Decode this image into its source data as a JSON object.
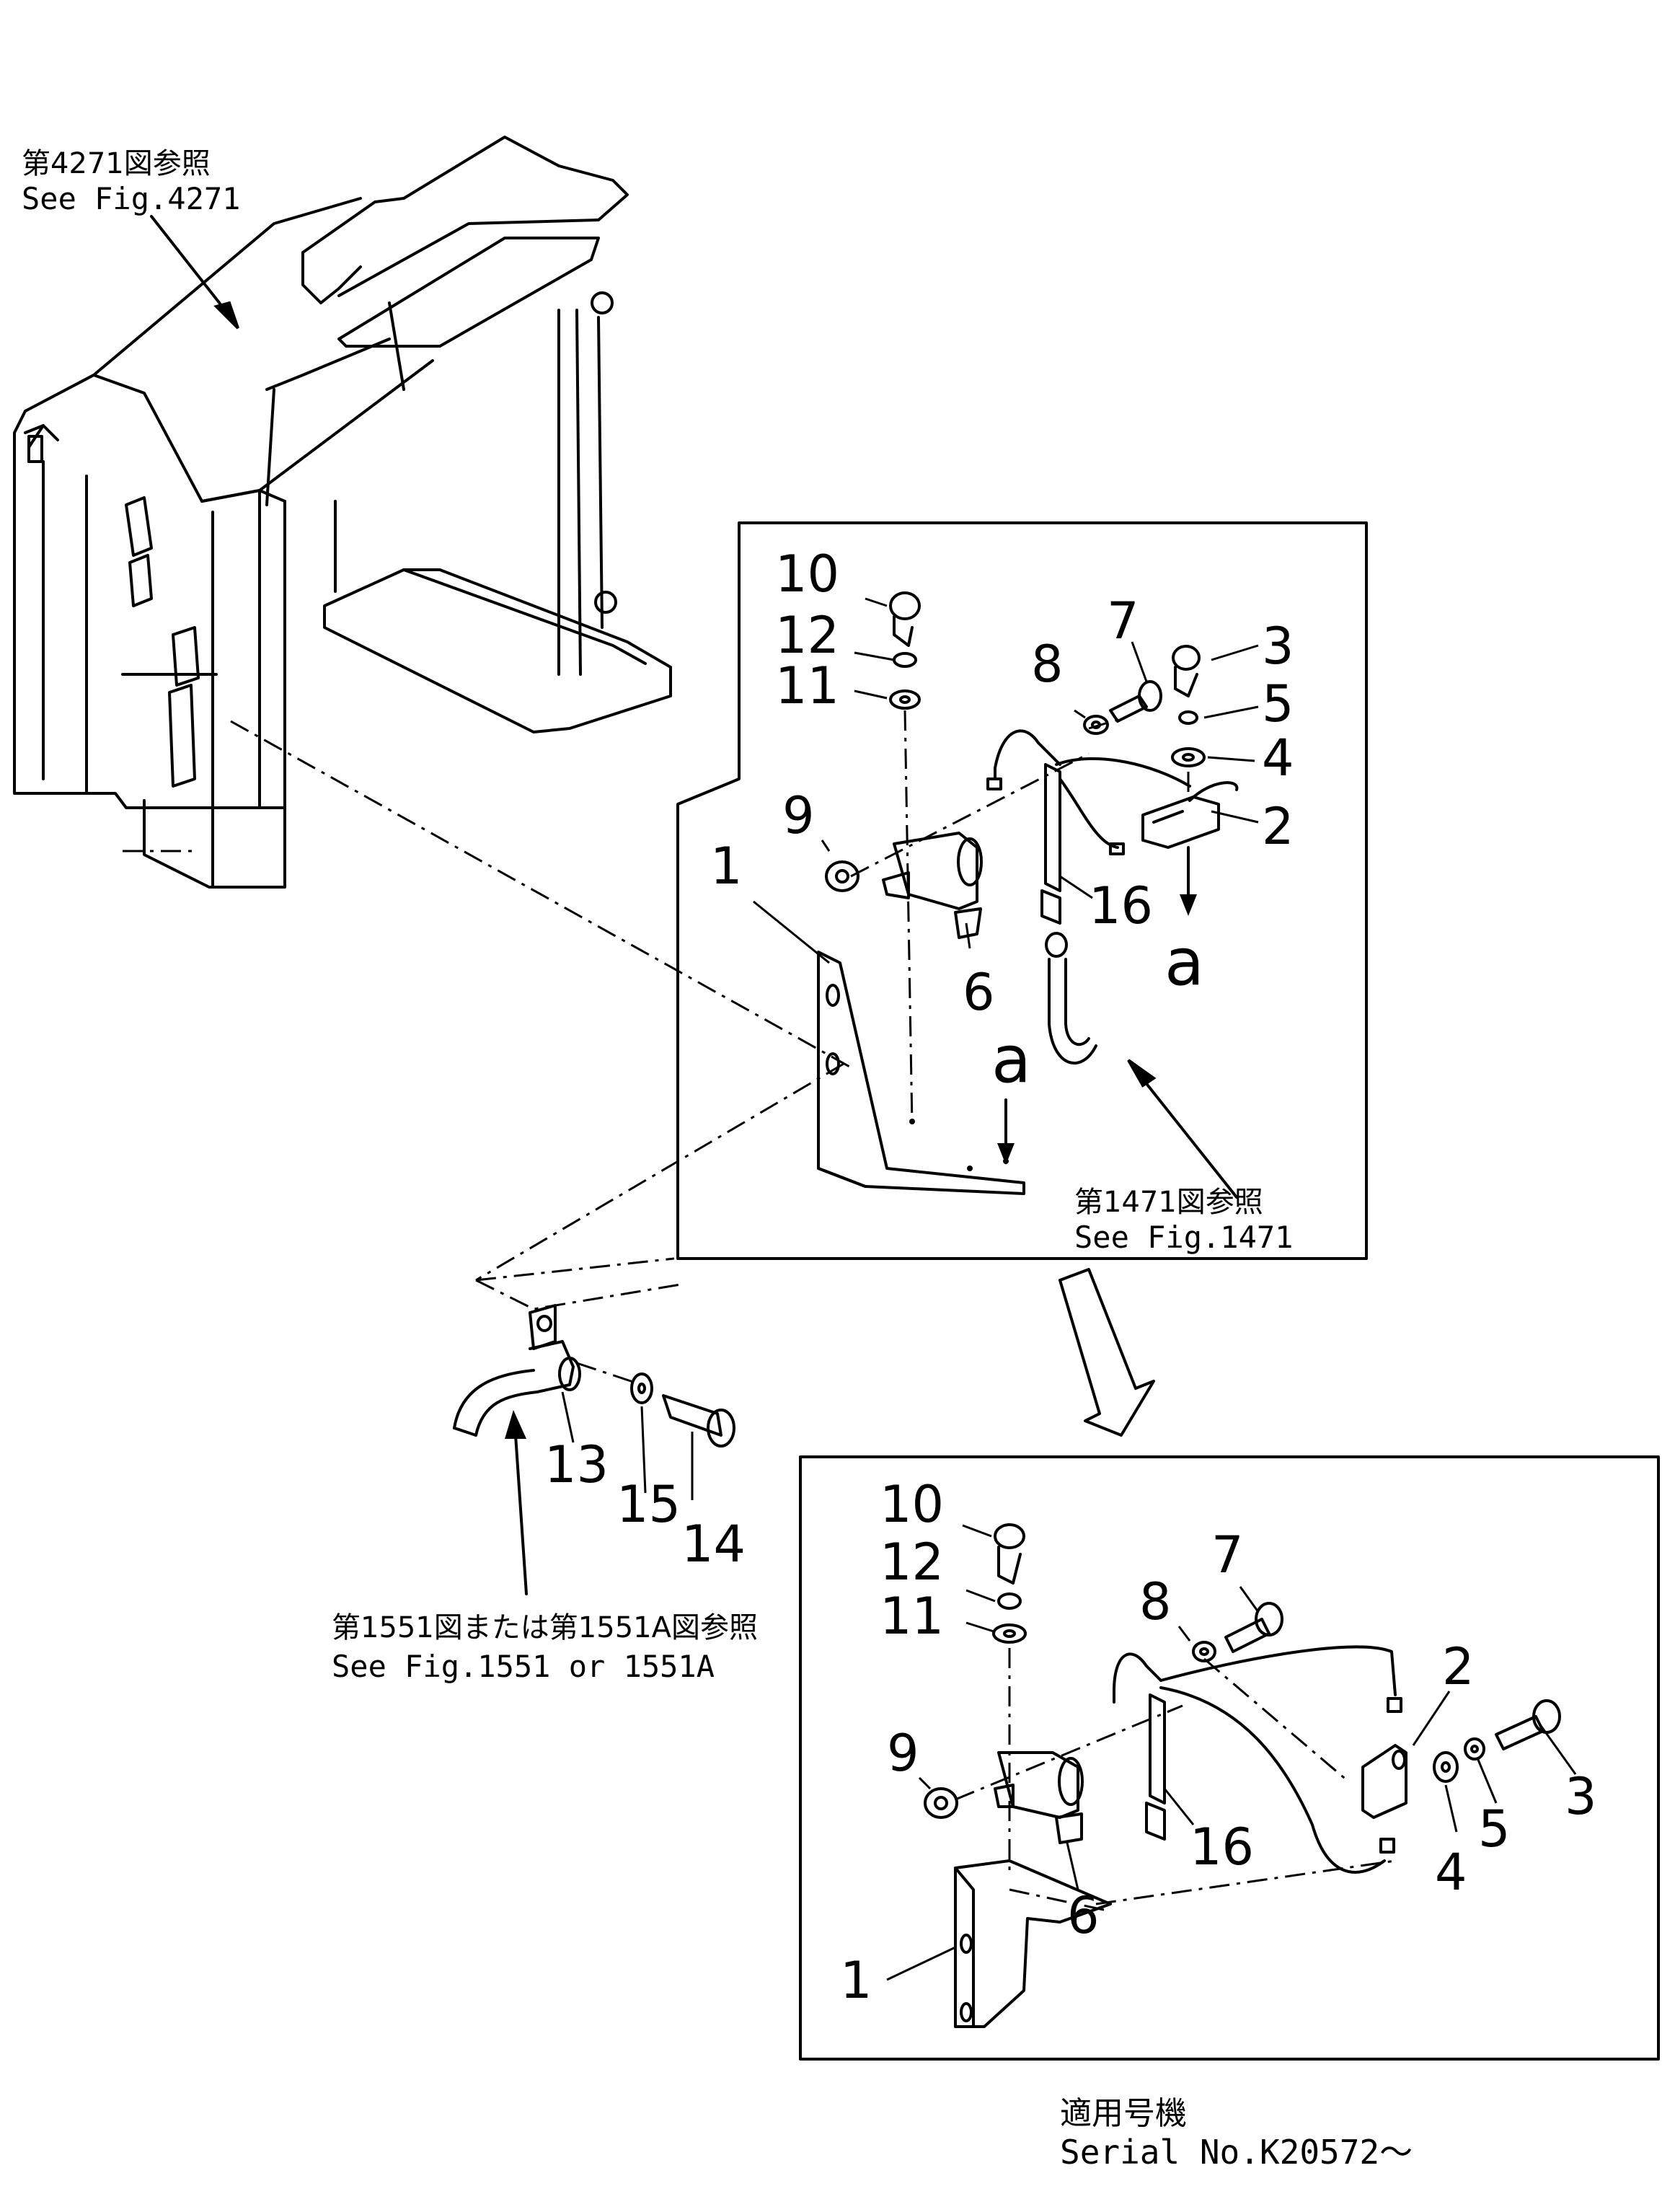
{
  "references": {
    "fig4271_jp": "第4271図参照",
    "fig4271_en": "See Fig.4271",
    "fig1471_jp": "第1471図参照",
    "fig1471_en": "See Fig.1471",
    "fig1551_jp": "第1551図または第1551A図参照",
    "fig1551_en": "See Fig.1551 or 1551A"
  },
  "serial": {
    "jp": "適用号機",
    "en": "Serial No.K20572～"
  },
  "detail_upper": {
    "labels": {
      "p10": "10",
      "p12": "12",
      "p11": "11",
      "p7": "7",
      "p3": "3",
      "p8": "8",
      "p5": "5",
      "p4": "4",
      "p9": "9",
      "p2": "2",
      "p1": "1",
      "p16": "16",
      "p6": "6",
      "a_top": "a",
      "a_bottom": "a"
    }
  },
  "lower_parts": {
    "p13": "13",
    "p15": "15",
    "p14": "14"
  },
  "detail_lower": {
    "labels": {
      "p10": "10",
      "p12": "12",
      "p11": "11",
      "p7": "7",
      "p8": "8",
      "p2": "2",
      "p9": "9",
      "p3": "3",
      "p5": "5",
      "p16": "16",
      "p4": "4",
      "p6": "6",
      "p1": "1"
    }
  }
}
